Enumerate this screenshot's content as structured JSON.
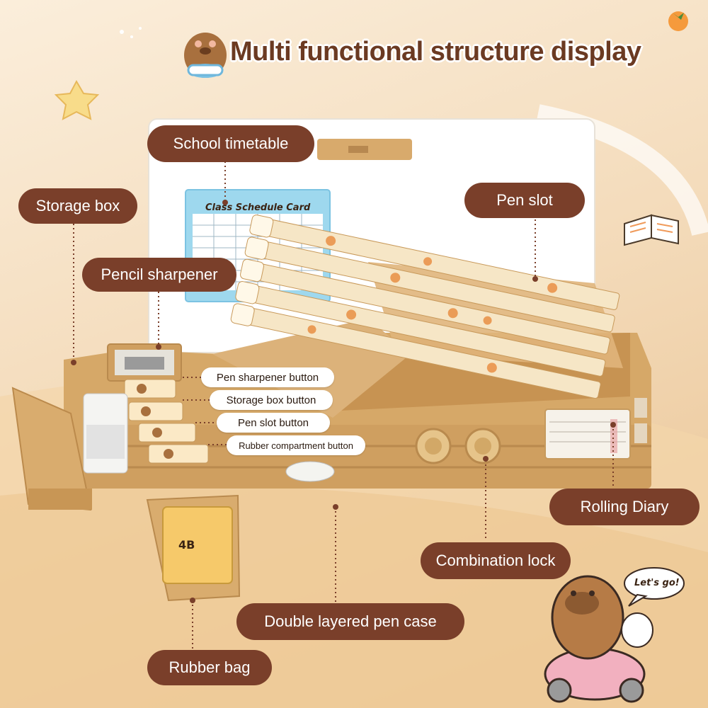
{
  "title": "Multi functional structure display",
  "labels": {
    "school_timetable": "School timetable",
    "storage_box": "Storage box",
    "pen_slot": "Pen slot",
    "pencil_sharpener": "Pencil sharpener",
    "pen_sharpener_button": "Pen sharpener button",
    "storage_box_button": "Storage box button",
    "pen_slot_button": "Pen slot button",
    "rubber_compartment_button": "Rubber compartment button",
    "rolling_diary": "Rolling Diary",
    "combination_lock": "Combination lock",
    "double_layered_pen_case": "Double layered pen case",
    "rubber_bag": "Rubber bag"
  },
  "card": {
    "title": "Class Schedule Card"
  },
  "sticker": {
    "speech": "Let's go!"
  },
  "eraser": {
    "text": "4B"
  },
  "colors": {
    "pill_bg": "#7a3f2a",
    "case_body": "#d6a868",
    "background": "#f4dcbc"
  }
}
